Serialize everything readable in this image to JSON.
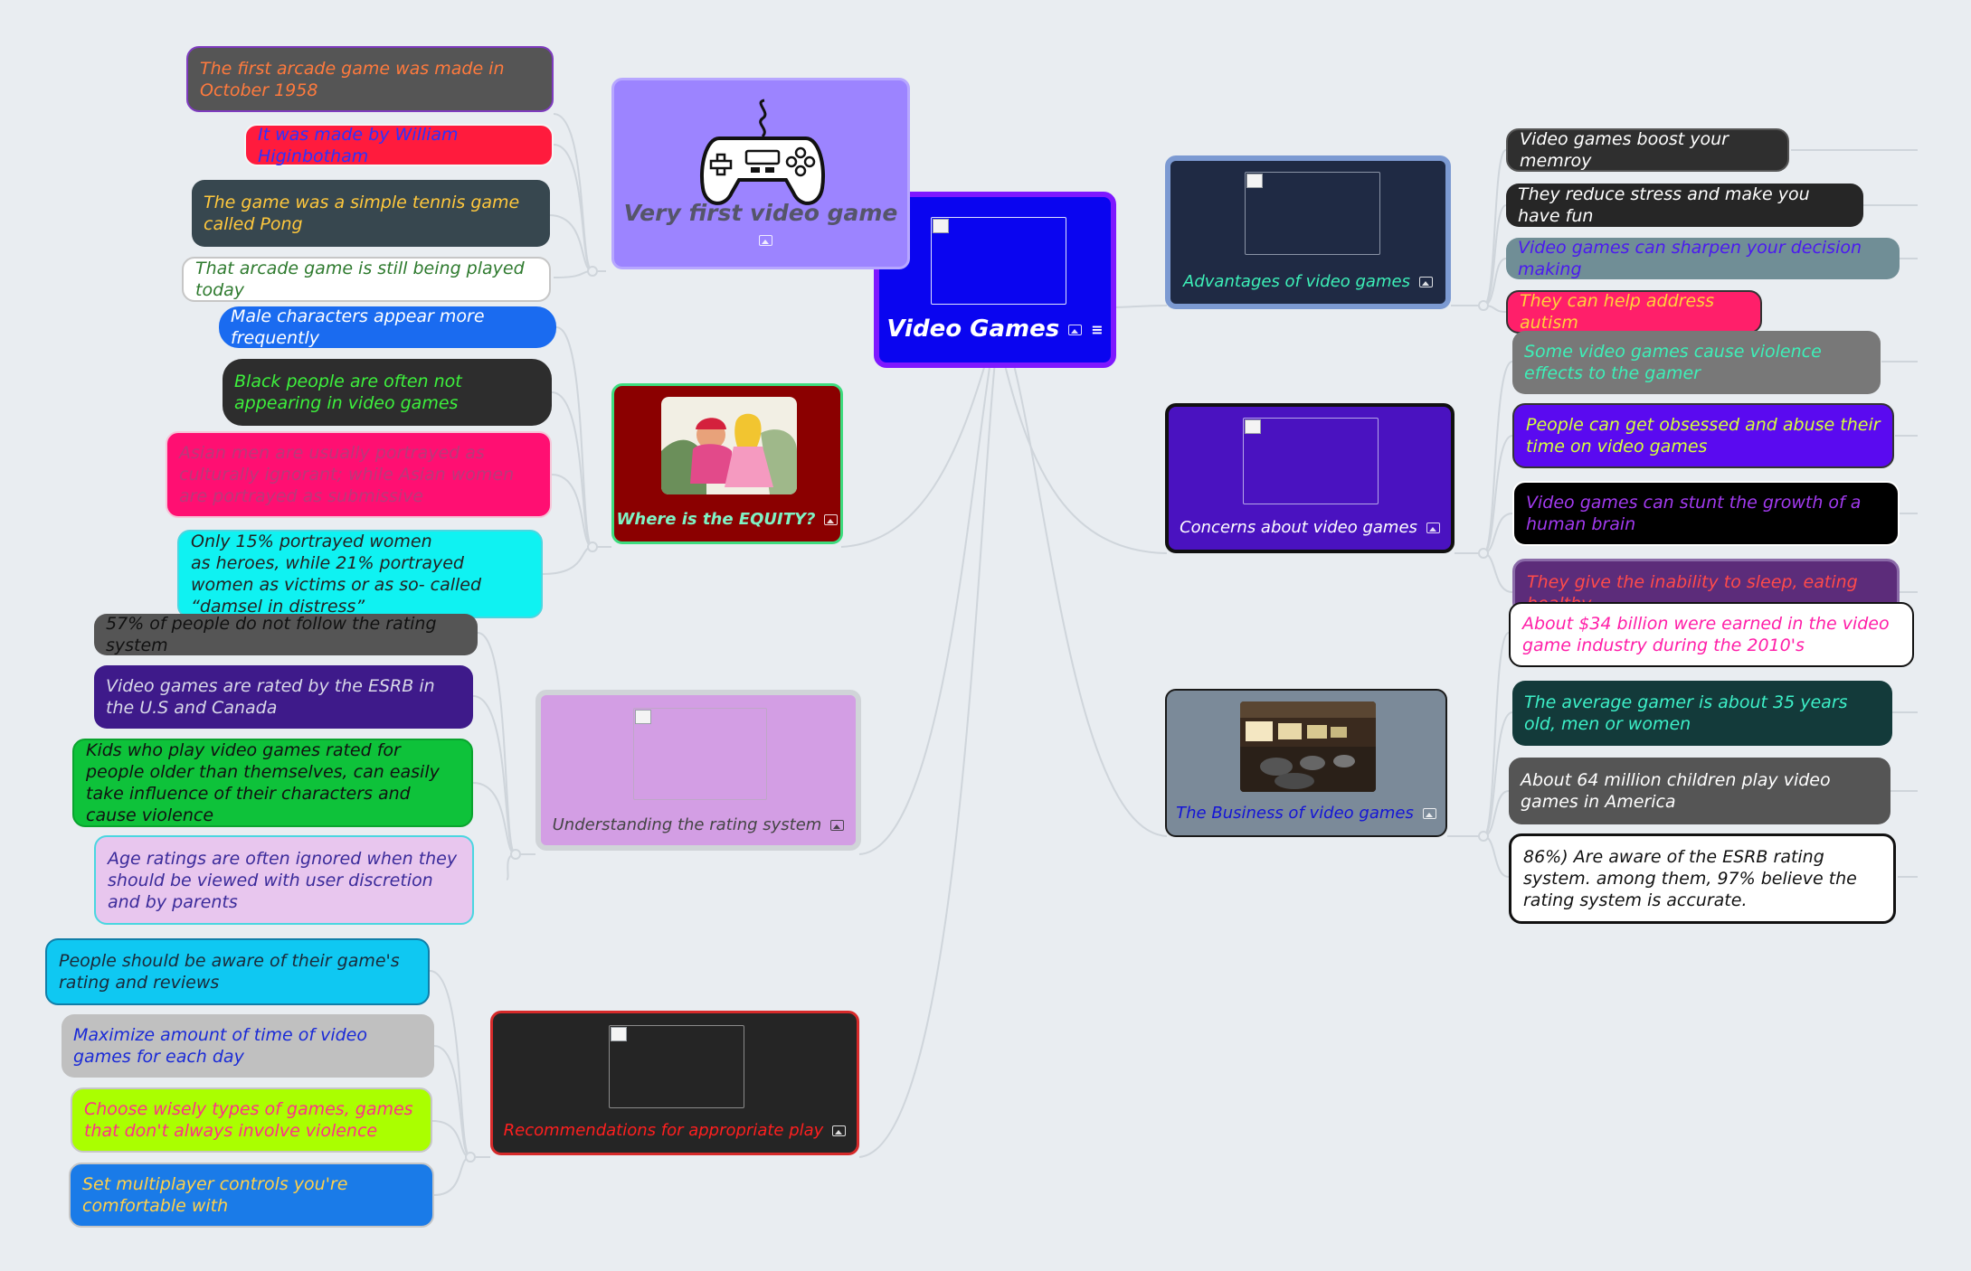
{
  "colors": {
    "background": "#e9edf1",
    "connector": "#cfd5db"
  },
  "central": {
    "label": "Video Games",
    "image_icon": "image-icon",
    "notes_icon": "notes-icon"
  },
  "topics": {
    "first_game": {
      "label": "Very first video game",
      "image": "gamepad-icon",
      "items": [
        "The first arcade game was made in October 1958",
        "It was made by William Higinbotham",
        "The game was a simple tennis game called Pong",
        "That arcade game is still being played today"
      ]
    },
    "equity": {
      "label": "Where is the EQUITY?",
      "image": "mario-peach-picture",
      "items": [
        "Male characters appear more frequently",
        "Black people are often not appearing in video games",
        "Asian men are usually portrayed as culturally ignorant; while Asian women are portrayed as submissive",
        "Only 15% portrayed women\n as heroes, while 21% portrayed women as victims or as so- called “damsel in distress”"
      ]
    },
    "rating": {
      "label": "Understanding the rating system",
      "items": [
        "57% of people do not follow the rating system",
        "Video games are rated by the ESRB in the U.S and Canada",
        "Kids who play video games rated for people older than themselves, can easily take influence of their characters and cause violence",
        "Age ratings are often ignored when they should be viewed with user discretion and by parents"
      ]
    },
    "recommendations": {
      "label": "Recommendations for appropriate play",
      "items": [
        "People should be aware of their game's rating and reviews",
        "Maximize amount of time of video games for each day",
        "Choose wisely types of games, games that don't always involve violence",
        "Set multiplayer controls you're comfortable with"
      ]
    },
    "advantages": {
      "label": "Advantages of video games",
      "items": [
        "Video games boost your memroy",
        "They reduce stress and make you have fun",
        "Video games can sharpen your decision making",
        "They can help address autism"
      ]
    },
    "concerns": {
      "label": "Concerns about video games",
      "items": [
        "Some video games cause violence effects to the gamer",
        "People can get obsessed and abuse their time on video games",
        "Video games can stunt the growth of a human brain",
        "They give the inability to sleep, eating healthy"
      ]
    },
    "business": {
      "label": "The Business of video games",
      "image": "arcade-room-photo",
      "items": [
        "About $34 billion were earned in the video game industry during the 2010's",
        "The average gamer is about 35 years old, men or women",
        "About 64 million children play video games in America",
        "86%) Are aware of the ESRB rating system. among them, 97% believe the rating system is accurate."
      ]
    }
  }
}
